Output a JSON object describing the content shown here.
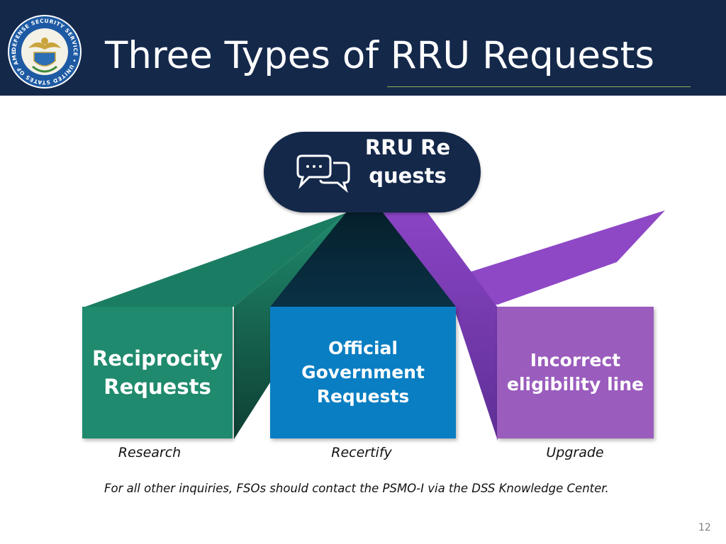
{
  "header": {
    "title": "Three Types of RRU Requests",
    "seal_text": "DEFENSE SECURITY SERVICE • UNITED STATES OF AMERICA •",
    "colors": {
      "background": "#14284a",
      "rule": "#8fb45a"
    }
  },
  "diagram": {
    "hub": {
      "label": "RRU Requests",
      "icon": "chat-bubbles-icon"
    },
    "branches": [
      {
        "label": "Reciprocity Requests",
        "caption": "Research",
        "color": "#1f8a6d"
      },
      {
        "label": "Official Government Requests",
        "caption": "Recertify",
        "color": "#0a7ec2"
      },
      {
        "label": "Incorrect eligibility line",
        "caption": "Upgrade",
        "color": "#9a5cbd"
      }
    ]
  },
  "footer": {
    "note": "For all other inquiries, FSOs should contact the PSMO-I via the DSS Knowledge Center.",
    "page_number": "12"
  }
}
